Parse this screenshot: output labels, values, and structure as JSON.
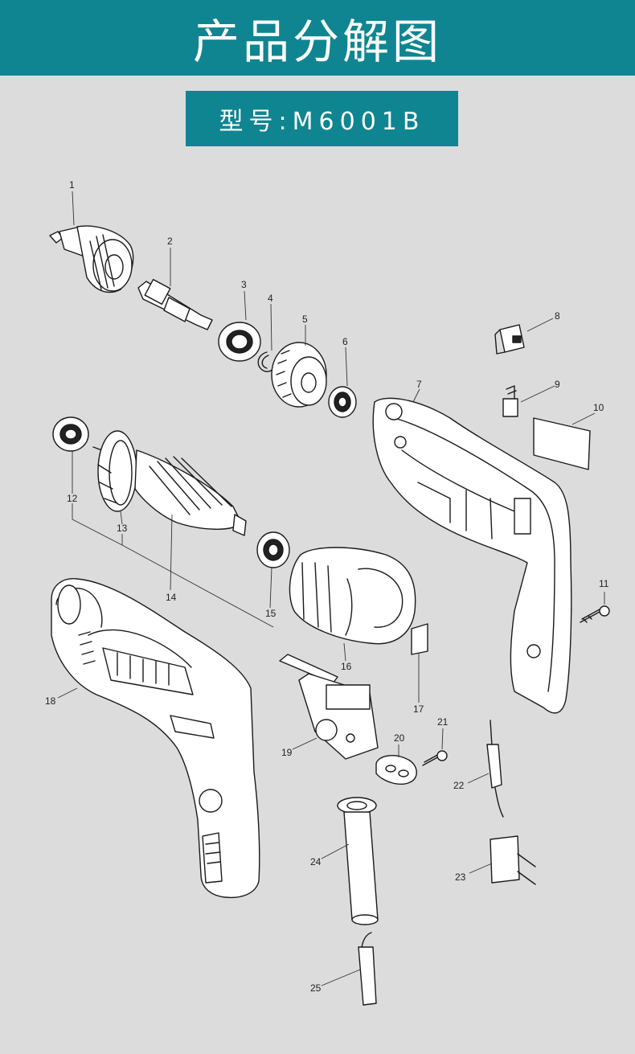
{
  "header": {
    "title": "产品分解图"
  },
  "model": {
    "label": "型号:M6001B"
  },
  "callouts": [
    "1",
    "2",
    "3",
    "4",
    "5",
    "6",
    "7",
    "8",
    "9",
    "10",
    "11",
    "12",
    "13",
    "14",
    "15",
    "16",
    "17",
    "18",
    "19",
    "20",
    "21",
    "22",
    "23",
    "24",
    "25"
  ]
}
